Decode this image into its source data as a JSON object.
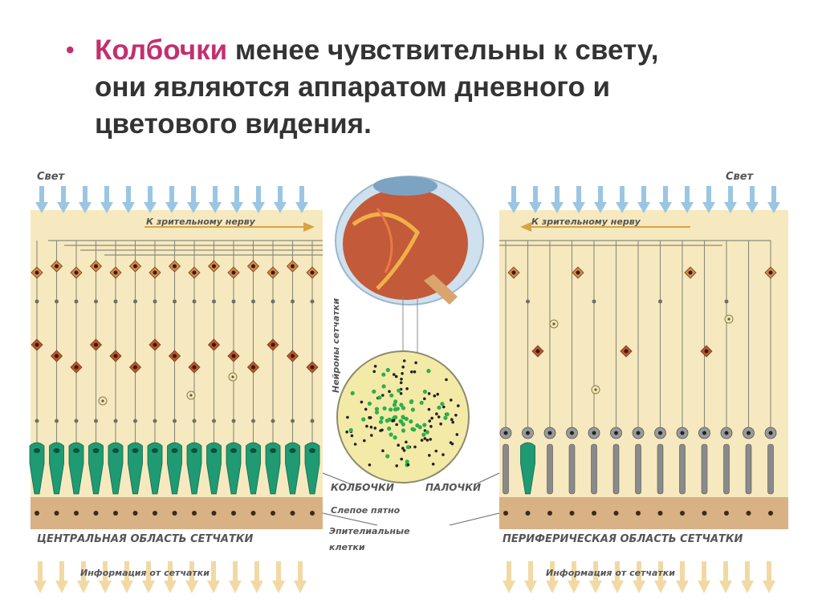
{
  "slide": {
    "highlight": "Колбочки",
    "line1_rest": " менее чувствительны к свету,",
    "line2": "они являются аппаратом дневного и",
    "line3": "цветового видения."
  },
  "diagram": {
    "light_left": "Свет",
    "light_right": "Свет",
    "nerve_left": "К зрительному нерву",
    "nerve_right": "К зрительному нерву",
    "neurons_label": "Нейроны сетчатки",
    "cones_label": "КОЛБОЧКИ",
    "rods_label": "ПАЛОЧКИ",
    "blind_spot": "Слепое пятно",
    "epithelial_line1": "Эпителиальные",
    "epithelial_line2": "клетки",
    "central_region": "ЦЕНТРАЛЬНАЯ ОБЛАСТЬ СЕТЧАТКИ",
    "peripheral_region": "ПЕРИФЕРИЧЕСКАЯ ОБЛАСТЬ СЕТЧАТКИ",
    "info_left": "Информация от сетчатки",
    "info_right": "Информация от сетчатки",
    "colors": {
      "panel": "#f6e9bf",
      "light_arrow": "#9bc6e3",
      "cone": "#1f9a72",
      "rod": "#8a8a8a",
      "neuron": "#b8562e",
      "epithelium": "#d8b184",
      "info_arrow": "#f2d9a4",
      "highlight": "#c2306e"
    }
  }
}
